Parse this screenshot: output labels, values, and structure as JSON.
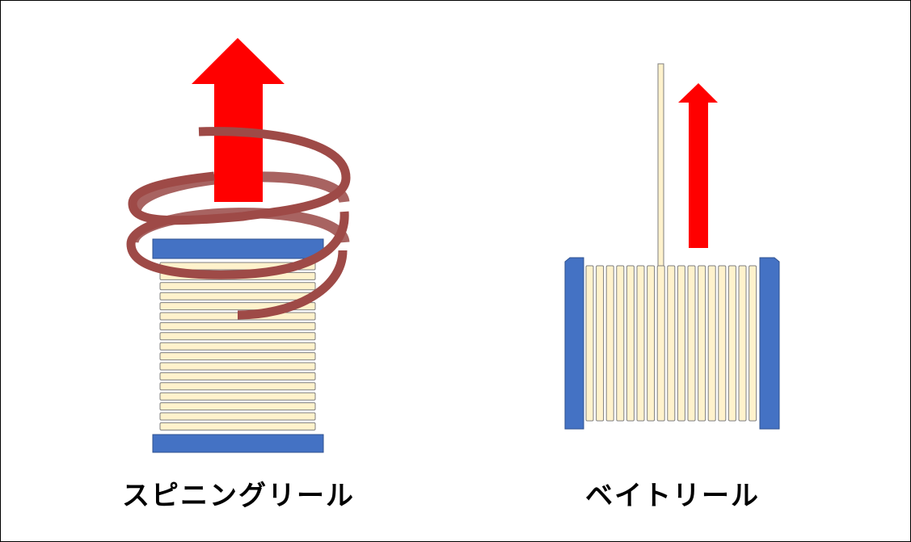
{
  "labels": {
    "spinning_reel": "スピニングリール",
    "baitcasting_reel": "ベイトリール"
  },
  "colors": {
    "flange": "#4472C4",
    "line_fill": "#FFF2CC",
    "line_stroke": "#7F7F7F",
    "coil": "#9E4A47",
    "coil_back": "#A86361",
    "arrow": "#FF0000",
    "border": "#000000",
    "text": "#000000"
  },
  "icons": {
    "spinning_spool": "spool-with-spiral-line",
    "bait_spool": "spool-with-straight-line",
    "direction": "up-arrow"
  }
}
